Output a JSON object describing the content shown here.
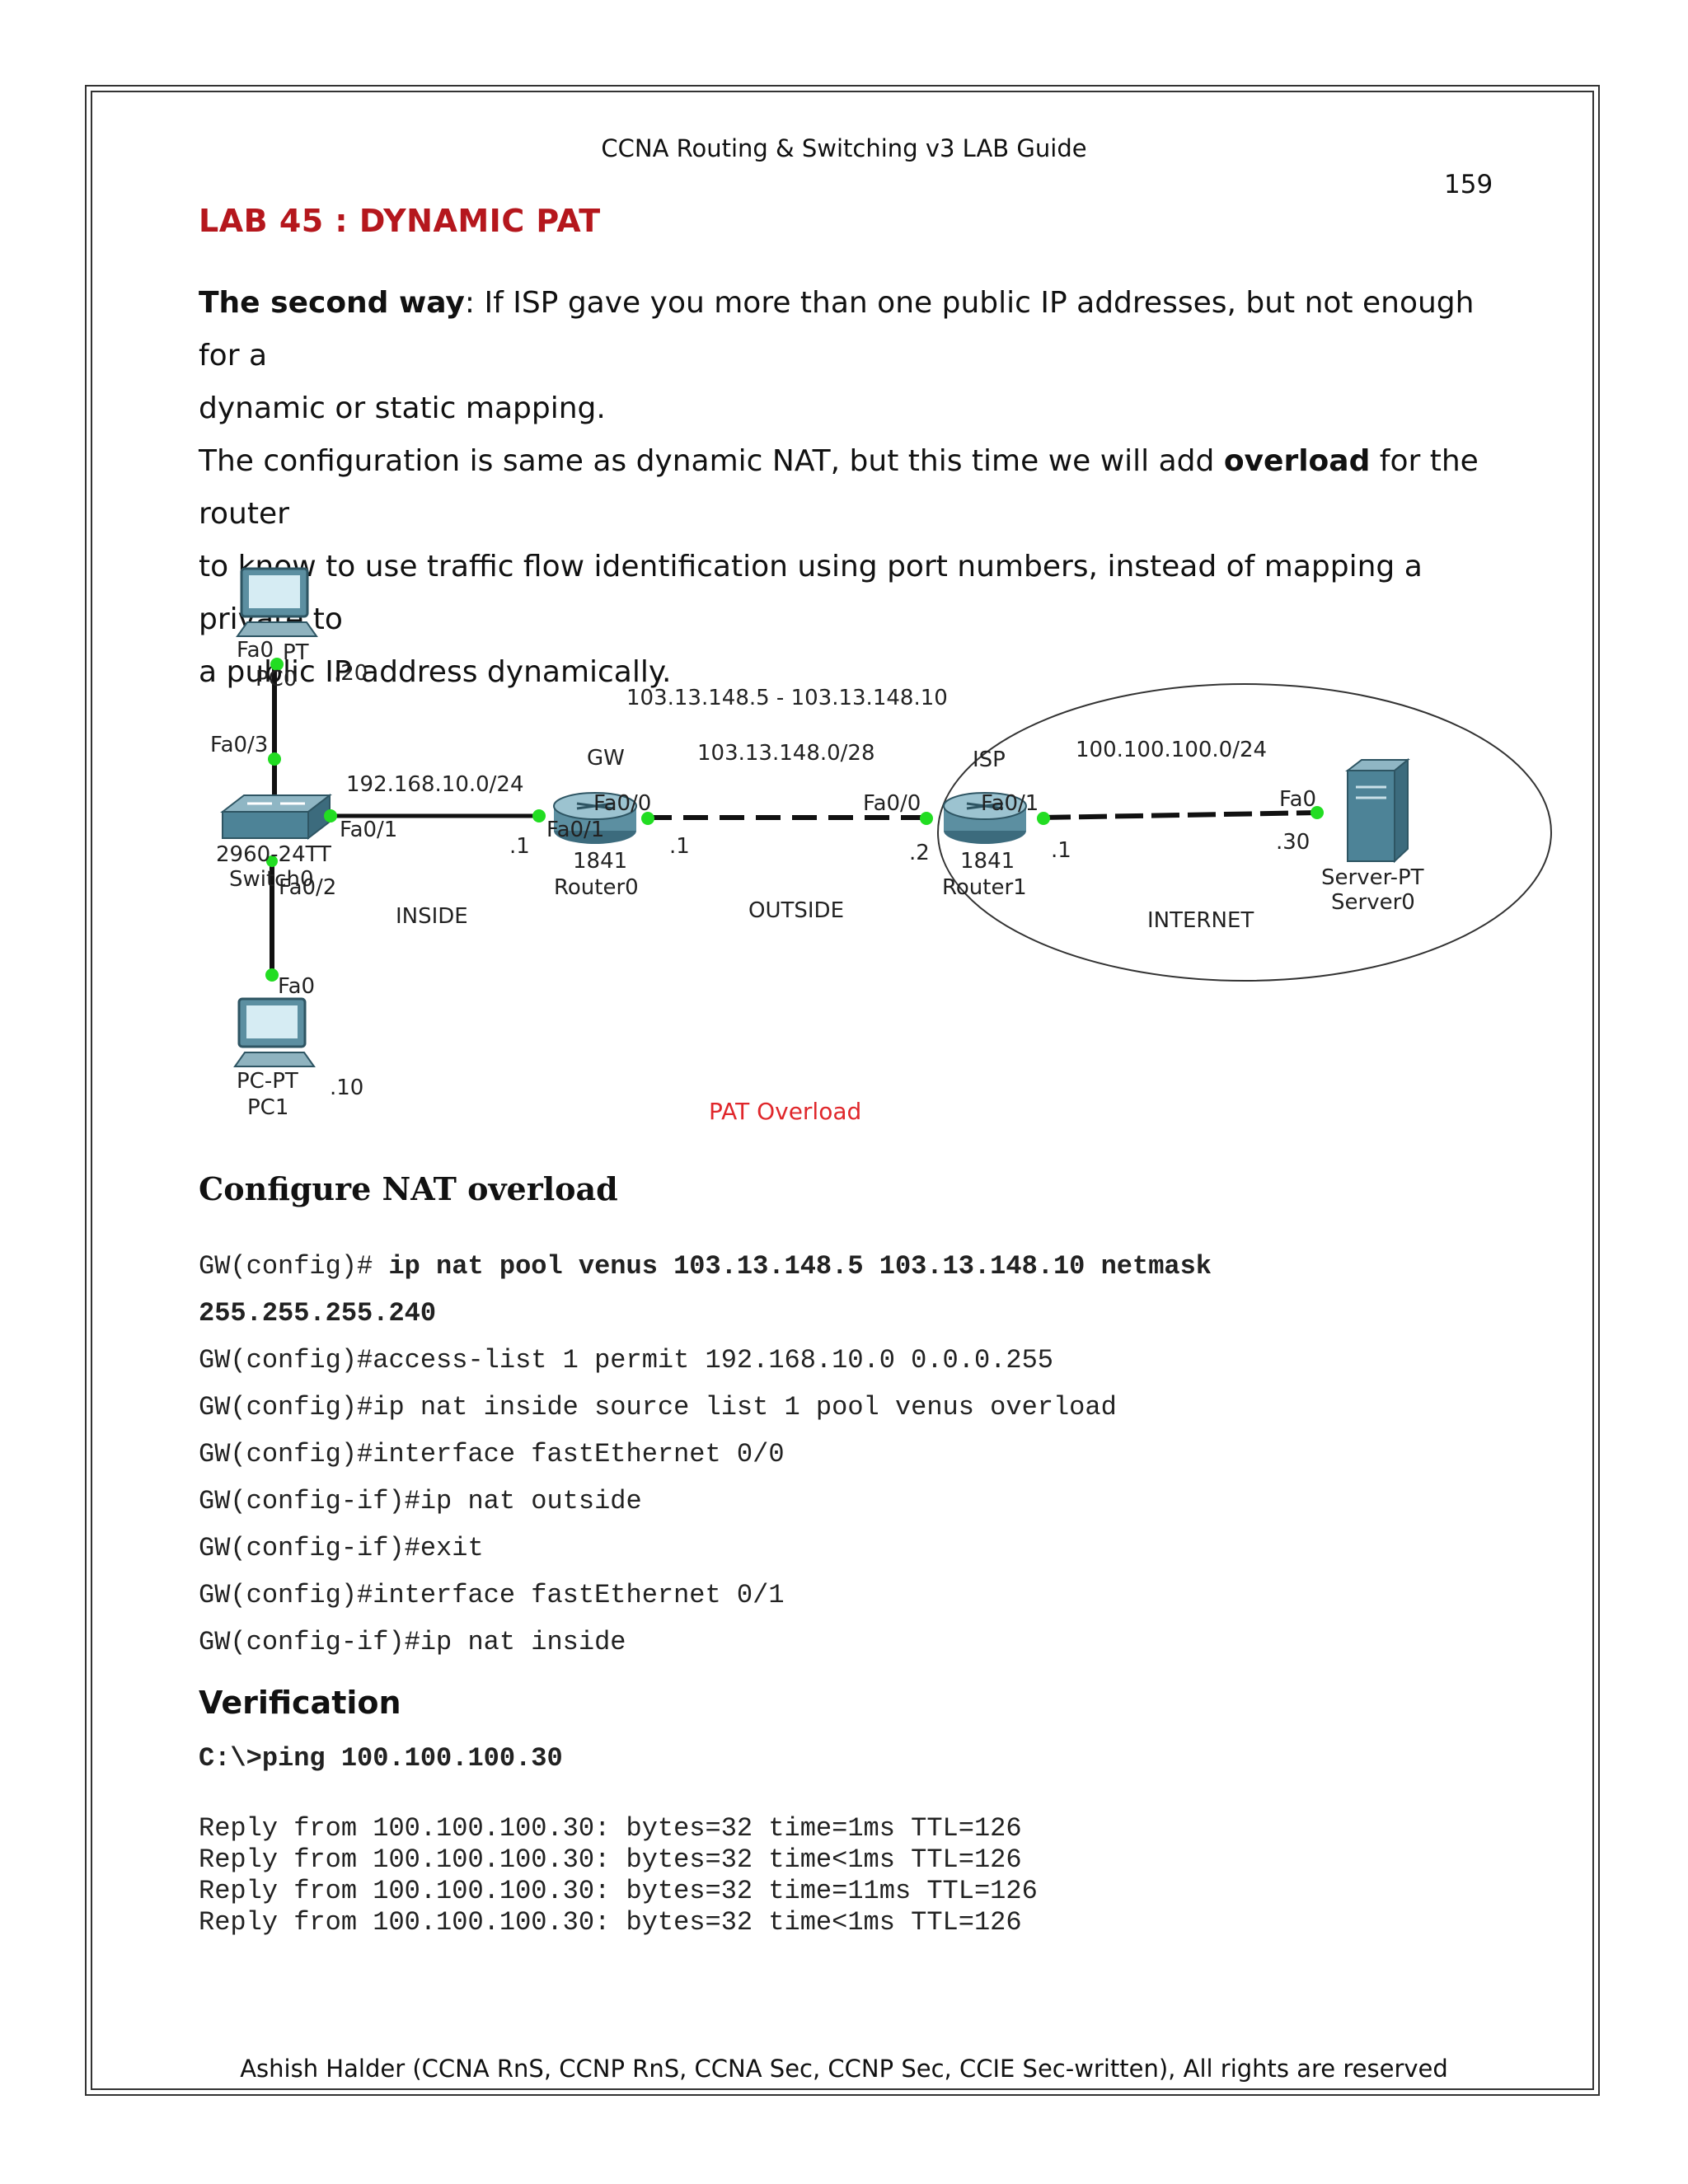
{
  "header": "CCNA Routing & Switching v3 LAB Guide",
  "page_number": "159",
  "lab_title": "LAB 45 : DYNAMIC PAT",
  "intro": {
    "lead_bold": "The second way",
    "line1_rest": ": If  ISP gave you more than one public IP addresses, but not enough for a",
    "line2": "dynamic or static mapping.",
    "line3_pre": "The configuration is same as dynamic NAT, but this time we will add ",
    "line3_bold": "overload",
    "line3_post": " for the router",
    "line4": "to know to use traffic flow identification using port numbers, instead of mapping a private to",
    "line5": "a public IP address dynamically."
  },
  "diagram": {
    "pc0": {
      "iface": "Fa0",
      "model": "PT",
      "name": "PC0",
      "ip": ".20"
    },
    "pc1": {
      "iface": "Fa0",
      "model": "PC-PT",
      "name": "PC1",
      "ip": ".10"
    },
    "switch": {
      "model": "2960-24TT",
      "name": "Switch0",
      "port_up": "Fa0/3",
      "port_right": "Fa0/1",
      "port_down": "Fa0/2"
    },
    "gw": {
      "label": "GW",
      "model": "1841",
      "name": "Router0",
      "iface_in": "Fa0/1",
      "iface_out": "Fa0/0",
      "ip_in": ".1",
      "ip_out": ".1"
    },
    "isp": {
      "label": "ISP",
      "model": "1841",
      "name": "Router1",
      "iface_in": "Fa0/0",
      "iface_out": "Fa0/1",
      "ip_in": ".2",
      "ip_out": ".1"
    },
    "server": {
      "model": "Server-PT",
      "name": "Server0",
      "iface": "Fa0",
      "ip": ".30"
    },
    "nets": {
      "inside": "192.168.10.0/24",
      "pool_range": "103.13.148.5 - 103.13.148.10",
      "outside": "103.13.148.0/28",
      "internet": "100.100.100.0/24"
    },
    "zones": {
      "inside": "INSIDE",
      "outside": "OUTSIDE",
      "internet": "INTERNET"
    },
    "caption": "PAT Overload"
  },
  "config_heading": "Configure NAT overload",
  "config": {
    "l1_prompt": "GW(config)# ",
    "l1_cmd": "ip nat pool venus 103.13.148.5 103.13.148.10 netmask",
    "l2_cmd": "255.255.255.240",
    "lines": [
      "GW(config)#access-list 1 permit 192.168.10.0 0.0.0.255",
      "GW(config)#ip nat inside source list 1 pool venus overload",
      "GW(config)#interface fastEthernet 0/0",
      "GW(config-if)#ip nat outside",
      "GW(config-if)#exit",
      "GW(config)#interface fastEthernet 0/1",
      "GW(config-if)#ip nat inside"
    ]
  },
  "verification_heading": "Verification",
  "ping_cmd": "C:\\>ping 100.100.100.30",
  "replies": [
    "Reply from 100.100.100.30: bytes=32 time=1ms TTL=126",
    "Reply from 100.100.100.30: bytes=32 time<1ms TTL=126",
    "Reply from 100.100.100.30: bytes=32 time=11ms TTL=126",
    "Reply from 100.100.100.30: bytes=32 time<1ms TTL=126"
  ],
  "footer": "Ashish Halder (CCNA RnS, CCNP RnS, CCNA Sec, CCNP Sec, CCIE Sec-written), All rights are reserved",
  "colors": {
    "title_red": "#b5171d",
    "caption_red": "#e0272b",
    "link_dot": "#22dd22"
  }
}
